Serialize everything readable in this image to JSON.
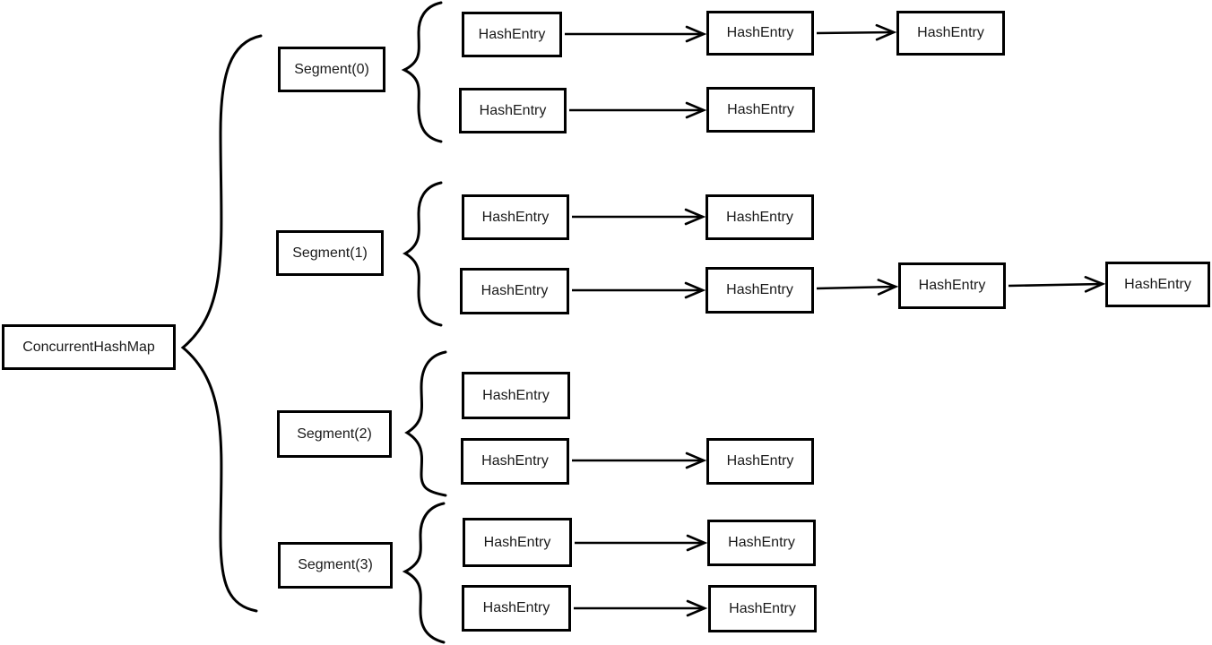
{
  "diagram": {
    "type": "tree-diagram",
    "root_label": "ConcurrentHashMap",
    "segments": [
      {
        "label": "Segment(0)",
        "buckets": [
          {
            "chain": [
              "HashEntry",
              "HashEntry",
              "HashEntry"
            ]
          },
          {
            "chain": [
              "HashEntry",
              "HashEntry"
            ]
          }
        ]
      },
      {
        "label": "Segment(1)",
        "buckets": [
          {
            "chain": [
              "HashEntry",
              "HashEntry"
            ]
          },
          {
            "chain": [
              "HashEntry",
              "HashEntry",
              "HashEntry",
              "HashEntry"
            ]
          }
        ]
      },
      {
        "label": "Segment(2)",
        "buckets": [
          {
            "chain": [
              "HashEntry"
            ]
          },
          {
            "chain": [
              "HashEntry",
              "HashEntry"
            ]
          }
        ]
      },
      {
        "label": "Segment(3)",
        "buckets": [
          {
            "chain": [
              "HashEntry",
              "HashEntry"
            ]
          },
          {
            "chain": [
              "HashEntry",
              "HashEntry"
            ]
          }
        ]
      }
    ],
    "colors": {
      "stroke": "#000000",
      "box_fill": "#ffffff",
      "text": "#1a1a1a",
      "background": "#ffffff"
    }
  }
}
